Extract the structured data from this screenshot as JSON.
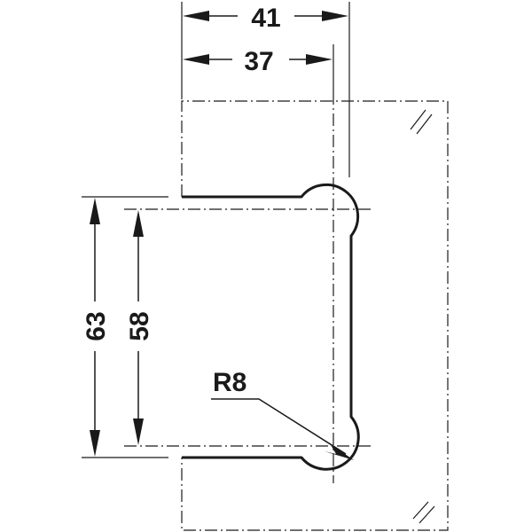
{
  "dimensions": {
    "overall_width": "41",
    "inner_width": "37",
    "overall_height": "63",
    "inner_height": "58",
    "radius": "R8"
  },
  "colors": {
    "ink": "#1a1a1a",
    "background": "#ffffff"
  }
}
